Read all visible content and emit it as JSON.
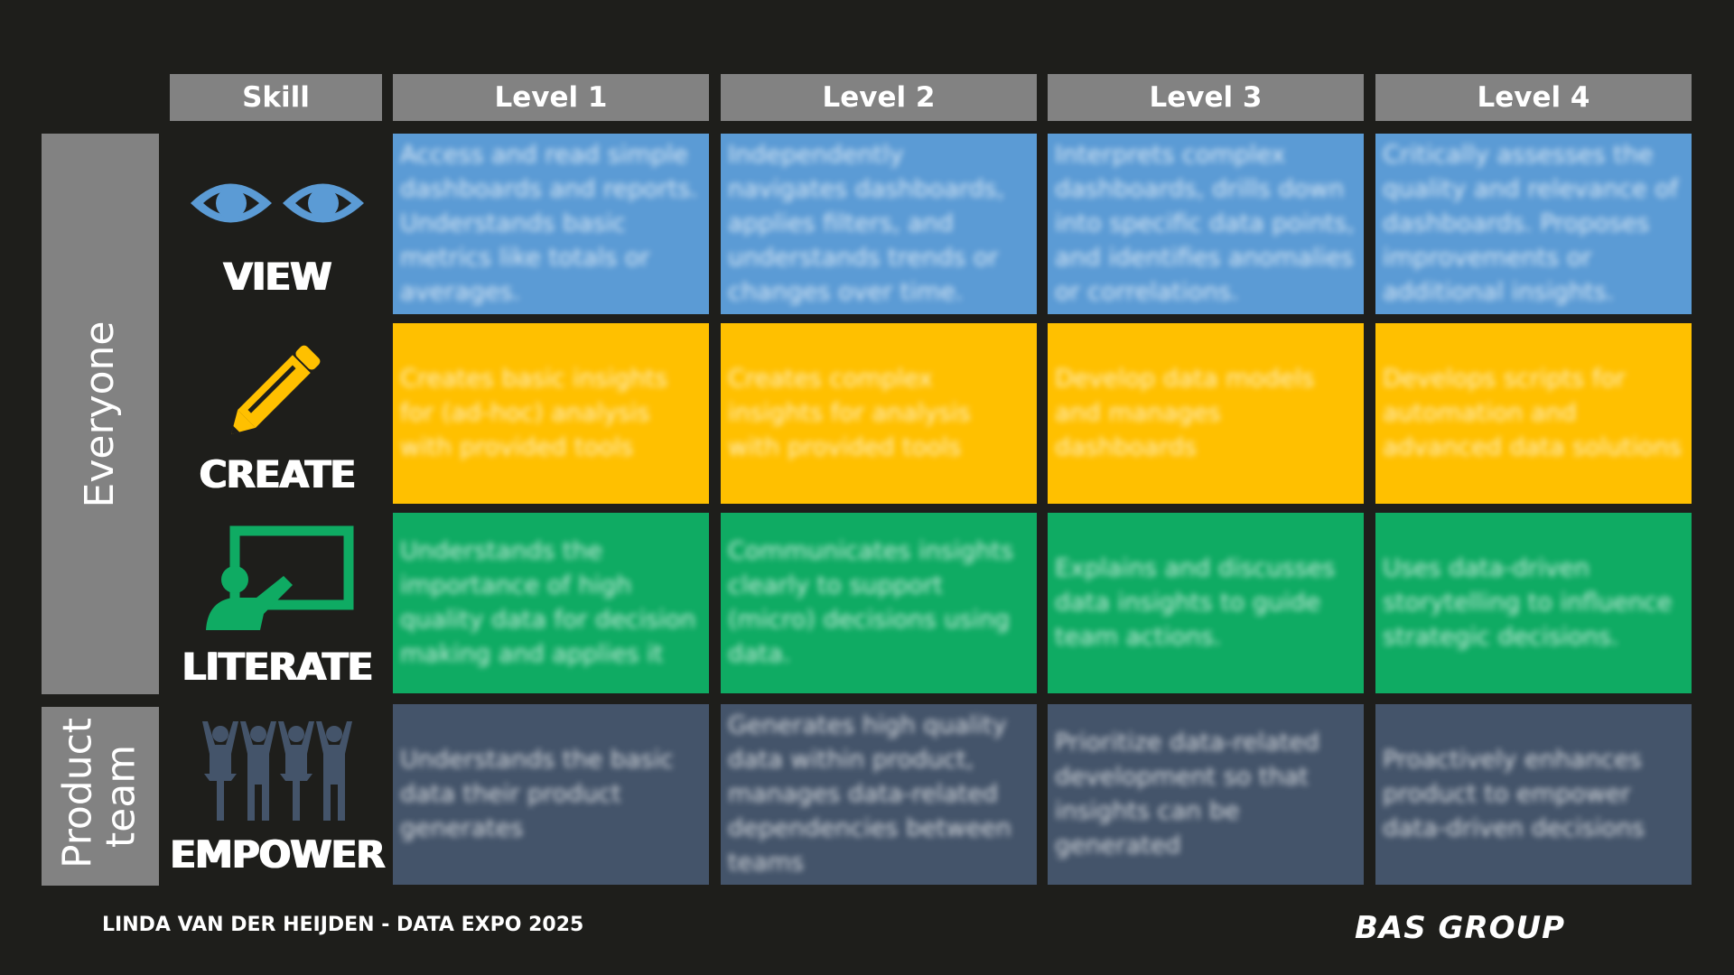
{
  "header": {
    "skill_label": "Skill",
    "levels": [
      "Level 1",
      "Level 2",
      "Level 3",
      "Level 4"
    ]
  },
  "groups": {
    "everyone": "Everyone",
    "product_team": "Product team"
  },
  "skills": [
    {
      "label": "VIEW",
      "icon": "eyes-icon",
      "color": "#5b9bd5",
      "cells": [
        "Access and read simple dashboards and reports. Understands basic metrics like totals or averages.",
        "Independently navigates dashboards, applies filters, and understands trends or changes over time.",
        "Interprets complex dashboards, drills down into specific data points, and identifies anomalies or correlations.",
        "Critically assesses the quality and relevance of dashboards. Proposes improvements or additional insights."
      ]
    },
    {
      "label": "CREATE",
      "icon": "pencil-icon",
      "color": "#ffc000",
      "cells": [
        "Creates basic insights for (ad-hoc) analysis with provided tools",
        "Creates complex insights for analysis with provided tools",
        "Develop data models and manages dashboards",
        "Develops scripts for automation and advanced data solutions"
      ]
    },
    {
      "label": "LITERATE",
      "icon": "presenter-icon",
      "color": "#0fab63",
      "cells": [
        "Understands the importance of high quality data for decision making and applies it",
        "Communicates insights clearly to support (micro) decisions using data.",
        "Explains and discusses data insights to guide team actions.",
        "Uses data-driven storytelling to influence strategic decisions."
      ]
    },
    {
      "label": "EMPOWER",
      "icon": "team-icon",
      "color": "#44546a",
      "cells": [
        "Understands the basic data their product generates",
        "Generates high quality data within product, manages data-related dependencies between teams",
        "Prioritize data-related development so that insights can be generated",
        "Proactively enhances product to empower data-driven decisions"
      ]
    }
  ],
  "footer": {
    "author": "LINDA VAN DER HEIJDEN - DATA EXPO 2025",
    "brand": "BAS GROUP"
  }
}
